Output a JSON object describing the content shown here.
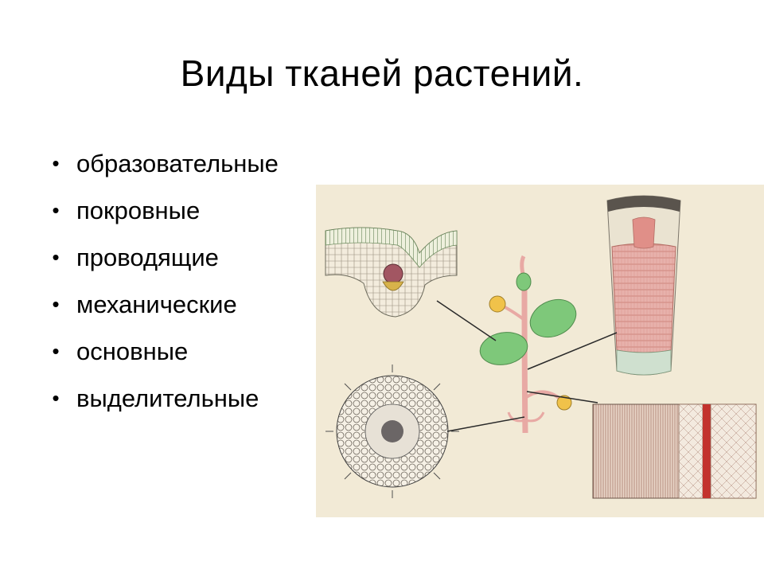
{
  "slide": {
    "title": "Виды тканей растений."
  },
  "bullets": {
    "marker": "•",
    "items": [
      "образовательные",
      "покровные",
      "проводящие",
      "механические",
      "основные",
      "выделительные"
    ]
  },
  "illustration": {
    "background_color": "#f2ead6",
    "leaf_green": "#7ec87a",
    "stem_pink": "#e8a9a4",
    "line_color": "#2a2a2a"
  }
}
